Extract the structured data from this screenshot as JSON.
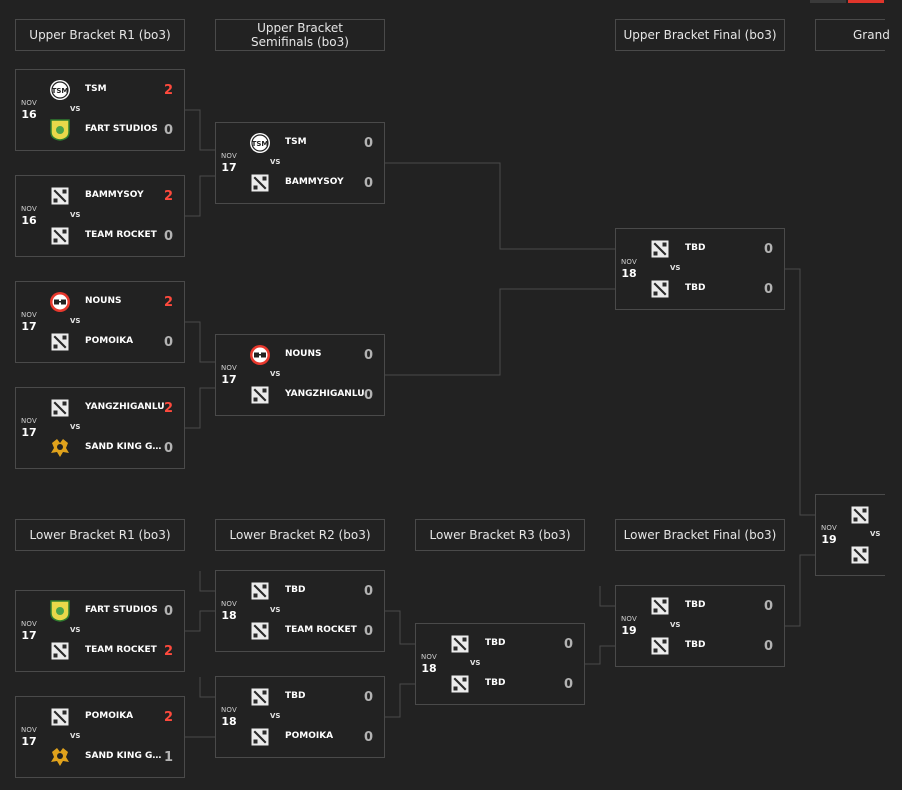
{
  "colors": {
    "background": "#222222",
    "border": "#4a4a4a",
    "winner_score": "#ff4a3d",
    "normal_score": "#b3b3b3"
  },
  "headers": {
    "ub_r1": "Upper Bracket R1 (bo3)",
    "ub_sf": "Upper Bracket Semifinals (bo3)",
    "ub_final": "Upper Bracket Final (bo3)",
    "grand": "Grand",
    "lb_r1": "Lower Bracket R1 (bo3)",
    "lb_r2": "Lower Bracket R2 (bo3)",
    "lb_r3": "Lower Bracket R3 (bo3)",
    "lb_final": "Lower Bracket Final (bo3)"
  },
  "vs_label": "VS",
  "matches": [
    {
      "month": "NOV",
      "day": "16",
      "t1": {
        "name": "TSM",
        "score": "2",
        "icon": "tsm-logo-icon",
        "win": true
      },
      "t2": {
        "name": "FART STUDIOS",
        "score": "0",
        "icon": "fart-studios-logo-icon",
        "win": false
      }
    },
    {
      "month": "NOV",
      "day": "16",
      "t1": {
        "name": "BAMMYSOY",
        "score": "2",
        "icon": "dota-logo-icon",
        "win": true
      },
      "t2": {
        "name": "TEAM ROCKET",
        "score": "0",
        "icon": "dota-logo-icon",
        "win": false
      }
    },
    {
      "month": "NOV",
      "day": "17",
      "t1": {
        "name": "NOUNS",
        "score": "2",
        "icon": "nouns-logo-icon",
        "win": true
      },
      "t2": {
        "name": "POMOIKA",
        "score": "0",
        "icon": "dota-logo-icon",
        "win": false
      }
    },
    {
      "month": "NOV",
      "day": "17",
      "t1": {
        "name": "YANGZHIGANLU",
        "score": "2",
        "icon": "dota-logo-icon",
        "win": true
      },
      "t2": {
        "name": "SAND KING GÓ...",
        "score": "0",
        "icon": "sand-king-logo-icon",
        "win": false
      }
    },
    {
      "month": "NOV",
      "day": "17",
      "t1": {
        "name": "TSM",
        "score": "0",
        "icon": "tsm-logo-icon",
        "win": false
      },
      "t2": {
        "name": "BAMMYSOY",
        "score": "0",
        "icon": "dota-logo-icon",
        "win": false
      }
    },
    {
      "month": "NOV",
      "day": "17",
      "t1": {
        "name": "NOUNS",
        "score": "0",
        "icon": "nouns-logo-icon",
        "win": false
      },
      "t2": {
        "name": "YANGZHIGANLU",
        "score": "0",
        "icon": "dota-logo-icon",
        "win": false
      }
    },
    {
      "month": "NOV",
      "day": "18",
      "t1": {
        "name": "TBD",
        "score": "0",
        "icon": "dota-logo-icon",
        "win": false
      },
      "t2": {
        "name": "TBD",
        "score": "0",
        "icon": "dota-logo-icon",
        "win": false
      }
    },
    {
      "month": "NOV",
      "day": "19",
      "t1": {
        "name": "",
        "score": "",
        "icon": "dota-logo-icon",
        "win": false
      },
      "t2": {
        "name": "",
        "score": "",
        "icon": "dota-logo-icon",
        "win": false
      }
    },
    {
      "month": "NOV",
      "day": "17",
      "t1": {
        "name": "FART STUDIOS",
        "score": "0",
        "icon": "fart-studios-logo-icon",
        "win": false
      },
      "t2": {
        "name": "TEAM ROCKET",
        "score": "2",
        "icon": "dota-logo-icon",
        "win": true
      }
    },
    {
      "month": "NOV",
      "day": "17",
      "t1": {
        "name": "POMOIKA",
        "score": "2",
        "icon": "dota-logo-icon",
        "win": true
      },
      "t2": {
        "name": "SAND KING GÓ...",
        "score": "1",
        "icon": "sand-king-logo-icon",
        "win": false
      }
    },
    {
      "month": "NOV",
      "day": "18",
      "t1": {
        "name": "TBD",
        "score": "0",
        "icon": "dota-logo-icon",
        "win": false
      },
      "t2": {
        "name": "TEAM ROCKET",
        "score": "0",
        "icon": "dota-logo-icon",
        "win": false
      }
    },
    {
      "month": "NOV",
      "day": "18",
      "t1": {
        "name": "TBD",
        "score": "0",
        "icon": "dota-logo-icon",
        "win": false
      },
      "t2": {
        "name": "POMOIKA",
        "score": "0",
        "icon": "dota-logo-icon",
        "win": false
      }
    },
    {
      "month": "NOV",
      "day": "18",
      "t1": {
        "name": "TBD",
        "score": "0",
        "icon": "dota-logo-icon",
        "win": false
      },
      "t2": {
        "name": "TBD",
        "score": "0",
        "icon": "dota-logo-icon",
        "win": false
      }
    },
    {
      "month": "NOV",
      "day": "19",
      "t1": {
        "name": "TBD",
        "score": "0",
        "icon": "dota-logo-icon",
        "win": false
      },
      "t2": {
        "name": "TBD",
        "score": "0",
        "icon": "dota-logo-icon",
        "win": false
      }
    }
  ]
}
